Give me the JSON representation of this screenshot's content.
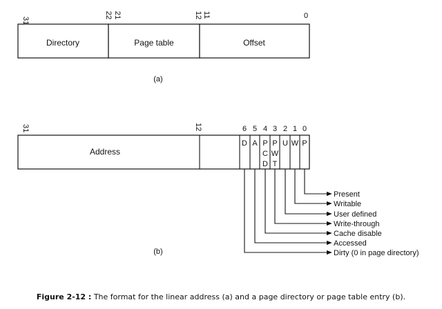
{
  "diagram_a": {
    "bit_labels": [
      "31",
      "22",
      "21",
      "12",
      "11",
      "0"
    ],
    "fields": [
      "Directory",
      "Page table",
      "Offset"
    ],
    "sub_label": "(a)"
  },
  "diagram_b": {
    "bit_labels": [
      "31",
      "12"
    ],
    "flag_bit_numbers": [
      "6",
      "5",
      "4",
      "3",
      "2",
      "1",
      "0"
    ],
    "address_label": "Address",
    "flags": [
      {
        "letters": [
          "D"
        ],
        "description": "Dirty (0 in page directory)"
      },
      {
        "letters": [
          "A"
        ],
        "description": "Accessed"
      },
      {
        "letters": [
          "P",
          "C",
          "D"
        ],
        "description": "Cache disable"
      },
      {
        "letters": [
          "P",
          "W",
          "T"
        ],
        "description": "Write-through"
      },
      {
        "letters": [
          "U"
        ],
        "description": "User defined"
      },
      {
        "letters": [
          "W"
        ],
        "description": "Writable"
      },
      {
        "letters": [
          "P"
        ],
        "description": "Present"
      }
    ],
    "sub_label": "(b)"
  },
  "caption": {
    "bold": "Figure 2-12 :",
    "text": " The format for the linear address (a) and a page directory or page table entry (b)."
  }
}
